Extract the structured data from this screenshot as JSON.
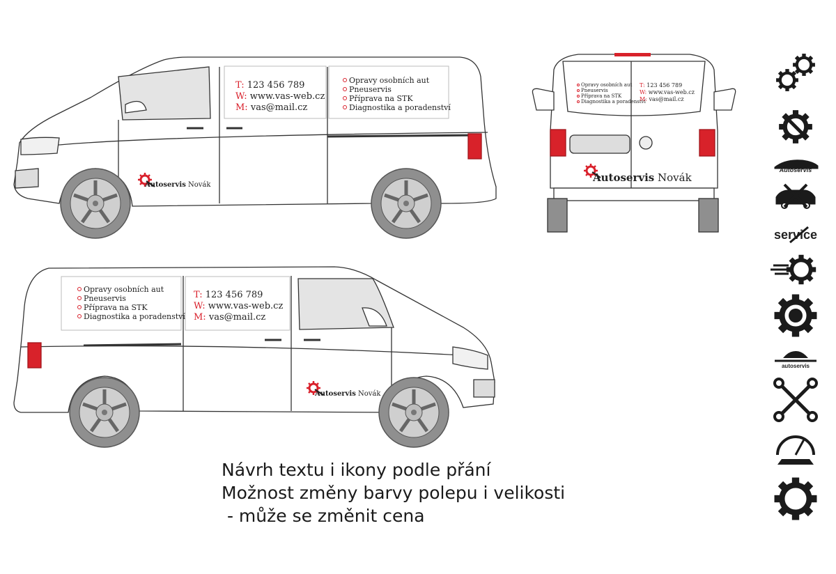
{
  "colors": {
    "accent": "#d9202b",
    "line": "#333333",
    "wheel": "#999999",
    "wheel_dark": "#6b6b6b",
    "icon": "#222222"
  },
  "contact": {
    "phone_label": "T:",
    "phone": "123 456 789",
    "web_label": "W:",
    "web": "www.vas-web.cz",
    "mail_label": "M:",
    "mail": "vas@mail.cz"
  },
  "services": [
    "Opravy osobních aut",
    "Pneuservis",
    "Příprava na STK",
    "Diagnostika a poradenství"
  ],
  "logo": {
    "brand": "Autoservis",
    "name": "Novák"
  },
  "caption": {
    "line1": "Návrh textu i ikony podle přání",
    "line2": "Možnost změny barvy polepu i velikosti",
    "line3": " - může se změnit cena"
  },
  "icon_options": [
    {
      "icon": "two-gears-icon"
    },
    {
      "icon": "gear-wrench-icon"
    },
    {
      "icon": "car-autoservis-icon",
      "label": "Autoservis"
    },
    {
      "icon": "car-wrenches-icon"
    },
    {
      "icon": "service-wrench-icon",
      "label": "service"
    },
    {
      "icon": "speed-gear-icon"
    },
    {
      "icon": "gear-mechanic-icon"
    },
    {
      "icon": "car-autoservis-small-icon",
      "label": "autoservis"
    },
    {
      "icon": "crossed-wrenches-icon"
    },
    {
      "icon": "speedometer-icon"
    },
    {
      "icon": "single-gear-icon"
    }
  ]
}
